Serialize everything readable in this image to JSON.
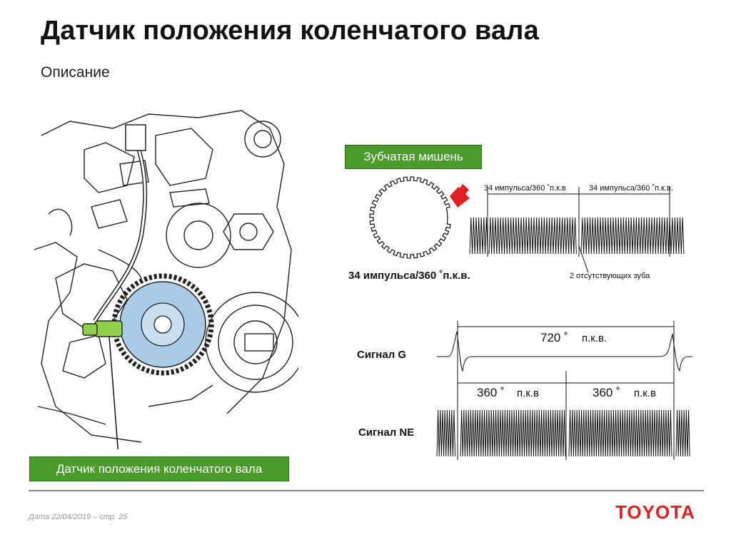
{
  "slide": {
    "title": "Датчик положения коленчатого вала",
    "subtitle": "Описание"
  },
  "labels": {
    "target": "Зубчатая мишень",
    "sensor": "Датчик положения коленчатого вала",
    "pulses_left": "34 импульса/360 ˚п.к.в",
    "pulses_right": "34 импульса/360 ˚п.к.в.",
    "pulses_bold": "34 импульса/360 ˚п.к.в.",
    "missing_teeth": "2 отсутствующих зуба",
    "signal_g": "Сигнал G",
    "signal_ne": "Сигнал NE",
    "angle_720": "720 ˚",
    "unit_720": "п.к.в.",
    "angle_360_a": "360 ˚",
    "unit_360_a": "п.к.в",
    "angle_360_b": "360 ˚",
    "unit_360_b": "п.к.в"
  },
  "footer": {
    "date": "Дата 22/04/2019 – стр.  25",
    "brand": "TOYOTA"
  },
  "colors": {
    "accent_green": "#4a9a2c",
    "brand_red": "#e02020",
    "pulley_blue": "#a9cbe8",
    "sensor_green": "#8fd14f"
  }
}
